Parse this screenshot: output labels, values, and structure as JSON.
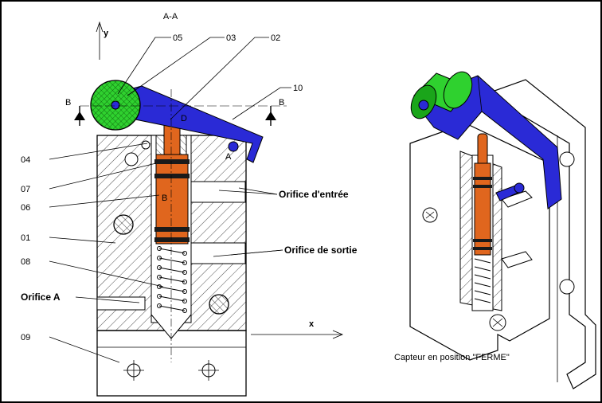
{
  "section_title": "A-A",
  "axes": {
    "y": "y",
    "x": "x"
  },
  "section_marks": {
    "left": "B",
    "right": "B"
  },
  "point_labels": {
    "a": "A",
    "b": "B",
    "d": "D"
  },
  "part_numbers": {
    "p01": "01",
    "p02": "02",
    "p03": "03",
    "p04": "04",
    "p05": "05",
    "p06": "06",
    "p07": "07",
    "p08": "08",
    "p09": "09",
    "p10": "10"
  },
  "callouts": {
    "inlet": "Orifice d'entrée",
    "outlet": "Orifice de sortie",
    "port_a": "Orifice A"
  },
  "caption": "Capteur en position \"FERME\"",
  "colors": {
    "lever": "#2a2ad6",
    "piston": "#e0661e",
    "roller": "#2fd12f",
    "frame_border": "#000000"
  }
}
